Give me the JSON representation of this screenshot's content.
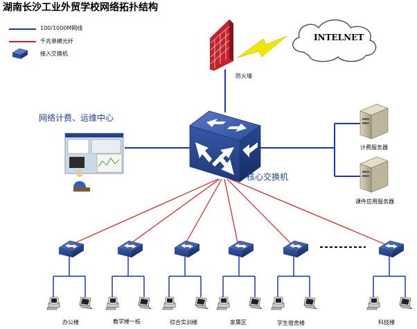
{
  "title": "湖南长沙工业外贸学校网络拓扑结构",
  "legend": {
    "items": [
      {
        "label": "100/1000M网线",
        "line_color": "#1a33cc"
      },
      {
        "label": "千兆单模光纤",
        "line_color": "#e01b1b"
      },
      {
        "label": "接入交换机",
        "icon": "access-switch-icon"
      }
    ]
  },
  "internet": {
    "label": "INTELNET"
  },
  "firewall": {
    "label": "防火墙"
  },
  "center": {
    "label": "网络计费、运维中心"
  },
  "core_switch": {
    "label": "核心交换机"
  },
  "servers": [
    {
      "label": "计费服务器"
    },
    {
      "label": "课件应用服务器"
    }
  ],
  "access_switches": [
    {
      "label": "办公楼"
    },
    {
      "label": "教学楼一栋"
    },
    {
      "label": "综合实训楼"
    },
    {
      "label": "家属区"
    },
    {
      "label": "学生宿舍楼"
    },
    {
      "label": "科技楼"
    }
  ],
  "colors": {
    "copper": "#1a33cc",
    "fiber": "#e01b1b",
    "text_blue": "#1f3fa8"
  }
}
